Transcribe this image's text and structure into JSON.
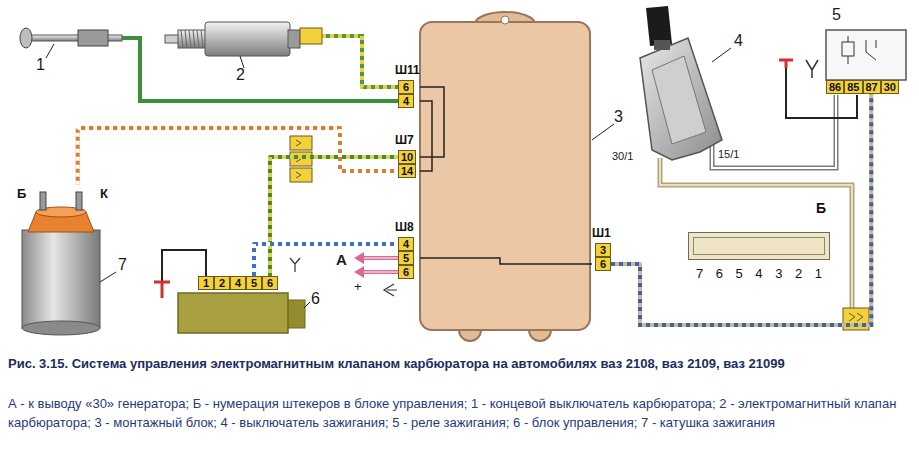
{
  "diagram": {
    "caption": "Рис. 3.15. Система управления электромагнитным клапаном карбюратора на автомобилях ваз 2108, ваз 2109, ваз 21099",
    "nodes": [
      {
        "text": [
          "Ш11",
          "6",
          "4"
        ]
      },
      {
        "text": [
          "Ш7",
          "10",
          "14"
        ]
      },
      {
        "text": [
          "Ш8",
          "4",
          "5",
          "6"
        ]
      },
      {
        "text": [
          "Ш1",
          "3",
          "6"
        ]
      },
      {
        "text": [
          "86",
          "85",
          "87",
          "30"
        ]
      },
      {
        "text": [
          "1",
          "2",
          "4",
          "5",
          "6"
        ]
      },
      {
        "text": [
          "Б",
          "7",
          "6",
          "5",
          "4",
          "3",
          "2",
          "1"
        ]
      },
      {
        "text": [
          "Б",
          "К"
        ]
      }
    ],
    "edges": [
      {
        "from": 1,
        "to": 5,
        "arrow": "none"
      },
      {
        "from": 1,
        "to": 7,
        "arrow": "none"
      },
      {
        "from": 2,
        "to": 5,
        "arrow": "none"
      },
      {
        "from": 3,
        "to": 4,
        "arrow": "none"
      }
    ],
    "labels": [
      "1",
      "2",
      "3",
      "4",
      "5",
      "6",
      "7",
      "30/1",
      "15/1",
      "А",
      "+",
      "А - к выводу «30» генератора; Б - нумерация штекеров в блоке управления; 1 - концевой выключатель карбюратора; 2 - электромагнитный клапан карбюратора; 3 - монтажный блок; 4 - выключатель зажигания; 5 - реле зажигания; 6 - блок управления; 7 - катушка зажигания"
    ]
  }
}
